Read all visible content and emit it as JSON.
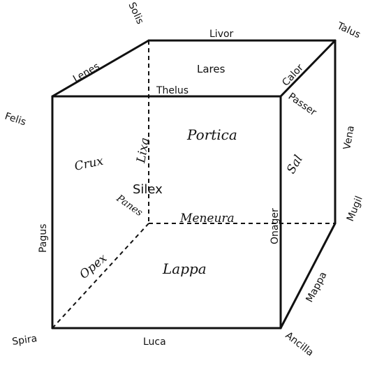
{
  "vertices": {
    "front_top_left": "Felis",
    "back_top_left": "Solis",
    "back_top_right": "Talus",
    "back_bottom_right": "Mugil",
    "front_bottom_right": "Ancilla",
    "front_bottom_left": "Spira"
  },
  "edges": {
    "top_back": "Livor",
    "top_left": "Lenes",
    "top_front": "Thelus",
    "top_right": "Calor",
    "front_right_upper": "Passer",
    "back_right": "Vena",
    "front_left": "Pagus",
    "front_bottom": "Luca",
    "bottom_right": "Mappa",
    "front_right_lower": "Onager",
    "hidden_vertical": "Lixa",
    "hidden_diagonal": "Opex",
    "hidden_bottom": "Meneura",
    "hidden_corner": "Panes"
  },
  "faces": {
    "top": "Lares",
    "back": "Portica",
    "left": "Crux",
    "right": "Sal",
    "bottom": "Lappa",
    "center": "Silex"
  }
}
